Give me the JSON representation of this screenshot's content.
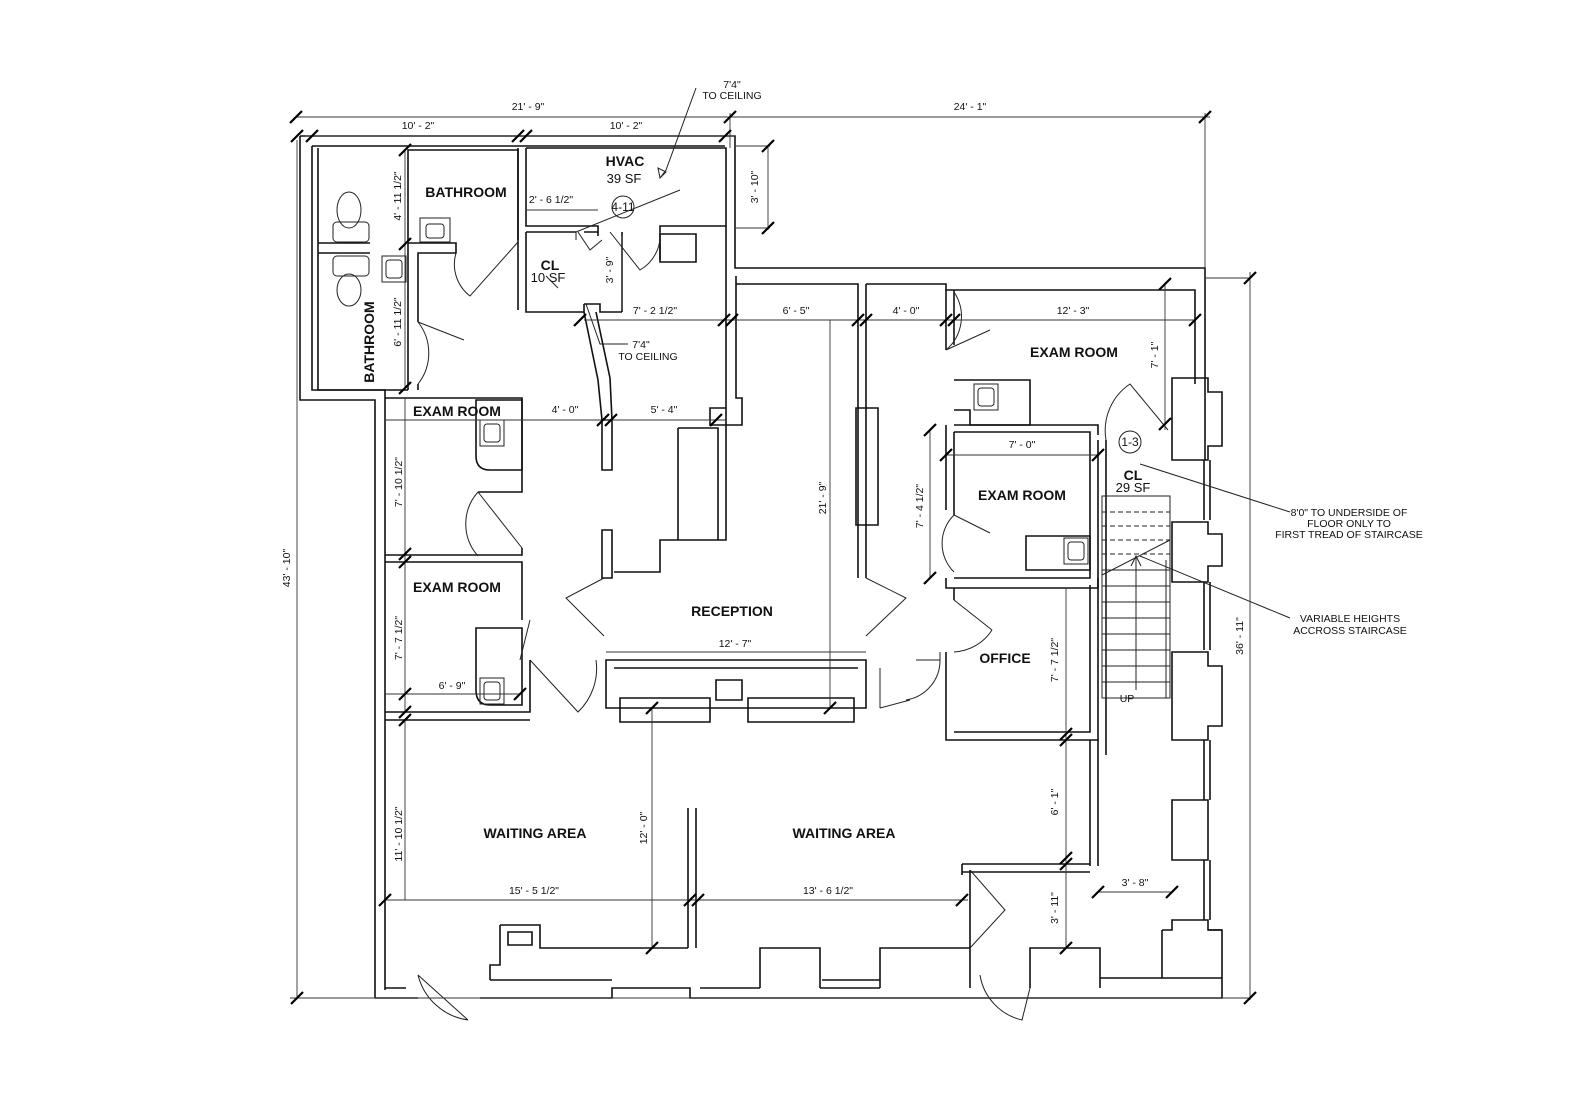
{
  "rooms": {
    "bathroom_1": "BATHROOM",
    "bathroom_2": "BATHROOM",
    "hvac": "HVAC",
    "hvac_area": "39 SF",
    "closet_1": "CL",
    "closet_1_area": "10 SF",
    "exam_1": "EXAM ROOM",
    "exam_2": "EXAM ROOM",
    "exam_3": "EXAM ROOM",
    "exam_4": "EXAM ROOM",
    "closet_2": "CL",
    "closet_2_area": "29 SF",
    "reception": "RECEPTION",
    "office": "OFFICE",
    "waiting_1": "WAITING AREA",
    "waiting_2": "WAITING AREA"
  },
  "tags": {
    "t1": "4-11",
    "t2": "1-3",
    "stair_up": "UP"
  },
  "notes": {
    "ceiling_top_1": "7'4\"",
    "ceiling_top_2": "TO CEILING",
    "ceiling_mid_1": "7'4\"",
    "ceiling_mid_2": "TO CEILING",
    "underside_1": "8'0\" TO UNDERSIDE OF",
    "underside_2": "FLOOR ONLY TO",
    "underside_3": "FIRST TREAD OF STAIRCASE",
    "variable_1": "VARIABLE HEIGHTS",
    "variable_2": "ACCROSS STAIRCASE"
  },
  "dimensions": {
    "d_21_9_top": "21' - 9\"",
    "d_24_1": "24' - 1\"",
    "d_10_2_a": "10' - 2\"",
    "d_10_2_b": "10' - 2\"",
    "d_4_11_half": "4' - 11 1/2\"",
    "d_6_11_half": "6' - 11 1/2\"",
    "d_2_6_half": "2' - 6 1/2\"",
    "d_3_10": "3' - 10\"",
    "d_3_9": "3' - 9\"",
    "d_7_2_half": "7' - 2 1/2\"",
    "d_6_5": "6' - 5\"",
    "d_4_0_top": "4' - 0\"",
    "d_12_3": "12' - 3\"",
    "d_7_1": "7' - 1\"",
    "d_4_0_mid": "4' - 0\"",
    "d_5_4": "5' - 4\"",
    "d_7_10_half": "7' - 10 1/2\"",
    "d_21_9_vert": "21' - 9\"",
    "d_7_0": "7' - 0\"",
    "d_7_4_half": "7' - 4 1/2\"",
    "d_43_10": "43' - 10\"",
    "d_7_7_half_a": "7' - 7 1/2\"",
    "d_12_7": "12' - 7\"",
    "d_7_7_half_b": "7' - 7 1/2\"",
    "d_36_11": "36' - 11\"",
    "d_6_9": "6' - 9\"",
    "d_11_10_half": "11' - 10 1/2\"",
    "d_12_0": "12' - 0\"",
    "d_6_1": "6' - 1\"",
    "d_3_8": "3' - 8\"",
    "d_15_5_half": "15' - 5 1/2\"",
    "d_13_6_half": "13' - 6 1/2\"",
    "d_3_11": "3' - 11\""
  }
}
